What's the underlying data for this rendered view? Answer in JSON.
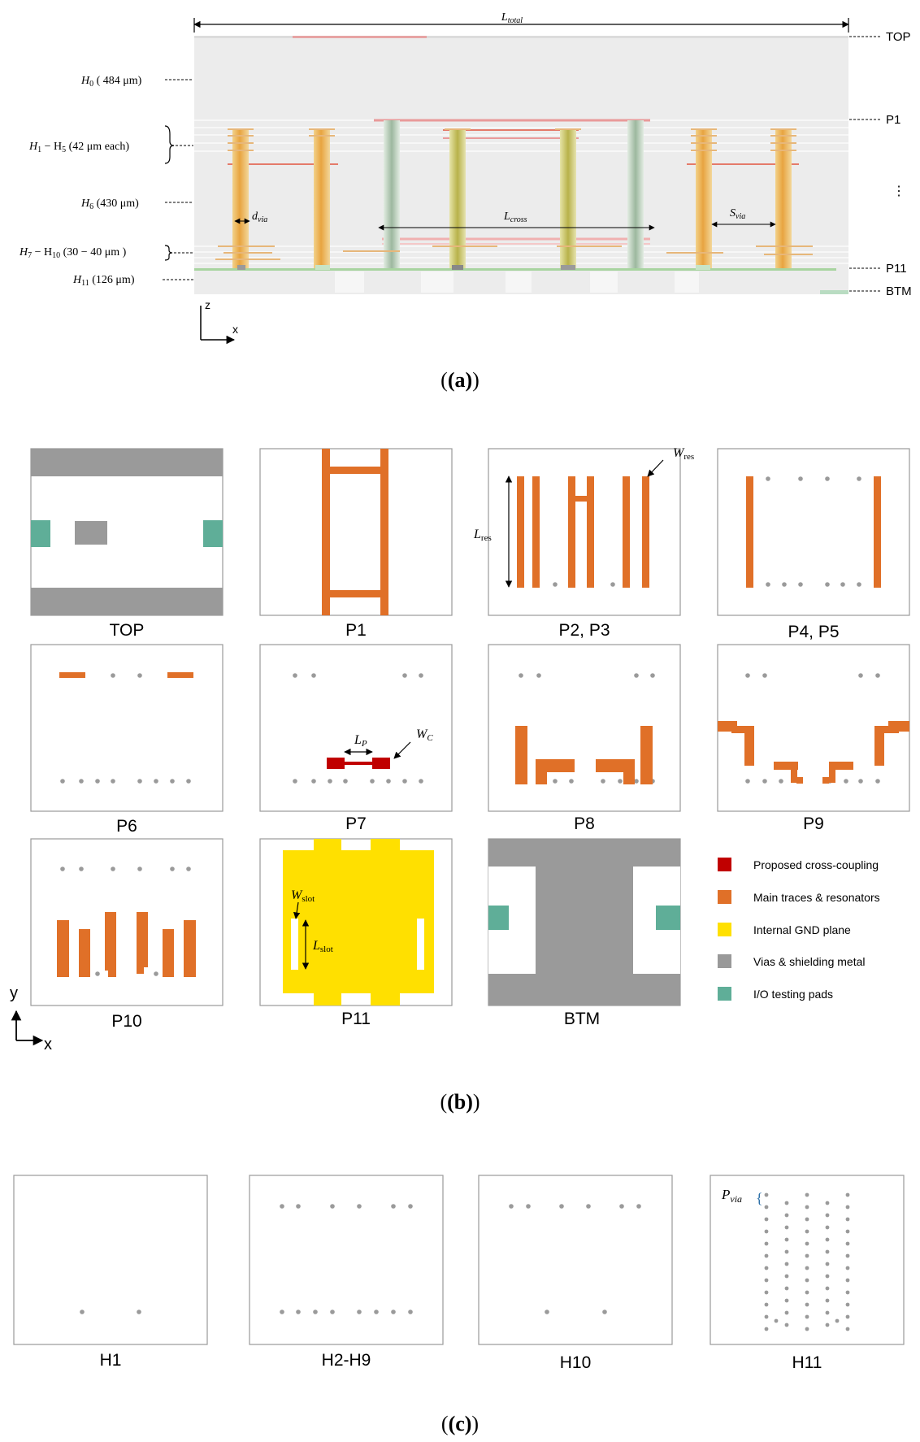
{
  "panel_a": {
    "caption": "(a)",
    "l_total": {
      "sym": "L",
      "sub": "total"
    },
    "l_cross": {
      "sym": "L",
      "sub": "cross"
    },
    "d_via": {
      "sym": "d",
      "sub": "via"
    },
    "s_via": {
      "sym": "S",
      "sub": "via"
    },
    "heights": [
      {
        "sym": "H",
        "sub": "0",
        "text": " ( 484 μm)"
      },
      {
        "sym": "H",
        "sub": "1",
        "mid": " − H",
        "sub2": "5",
        "text": " (42 μm each)"
      },
      {
        "sym": "H",
        "sub": "6",
        "text": " (430 μm)"
      },
      {
        "sym": "H",
        "sub": "7",
        "mid": " − H",
        "sub2": "10",
        "text": " (30 − 40 μm )"
      },
      {
        "sym": "H",
        "sub": "11",
        "text": " (126 μm)"
      }
    ],
    "right_labels": [
      "TOP",
      "P1",
      "⋮",
      "P11",
      "BTM"
    ],
    "axis": {
      "z": "z",
      "x": "x"
    }
  },
  "panel_b": {
    "caption": "(b)",
    "layers": [
      "TOP",
      "P1",
      "P2, P3",
      "P4, P5",
      "P6",
      "P7",
      "P8",
      "P9",
      "P10",
      "P11",
      "BTM"
    ],
    "annotations": {
      "w_res": {
        "sym": "W",
        "sub": "res"
      },
      "l_res": {
        "sym": "L",
        "sub": "res"
      },
      "l_p": {
        "sym": "L",
        "sub": "P"
      },
      "w_c": {
        "sym": "W",
        "sub": "C"
      },
      "w_slot": {
        "sym": "W",
        "sub": "slot"
      },
      "l_slot": {
        "sym": "L",
        "sub": "slot"
      }
    },
    "axis": {
      "y": "y",
      "x": "x"
    },
    "legend": [
      {
        "label": "Proposed cross-coupling",
        "color": "#c00000"
      },
      {
        "label": "Main traces & resonators",
        "color": "#e07028"
      },
      {
        "label": "Internal GND plane",
        "color": "#ffe000"
      },
      {
        "label": "Vias & shielding metal",
        "color": "#999999"
      },
      {
        "label": "I/O testing pads",
        "color": "#5fae98"
      }
    ]
  },
  "panel_c": {
    "caption": "(c)",
    "layers": [
      "H1",
      "H2-H9",
      "H10",
      "H11"
    ],
    "p_via": {
      "sym": "P",
      "sub": "via"
    }
  }
}
